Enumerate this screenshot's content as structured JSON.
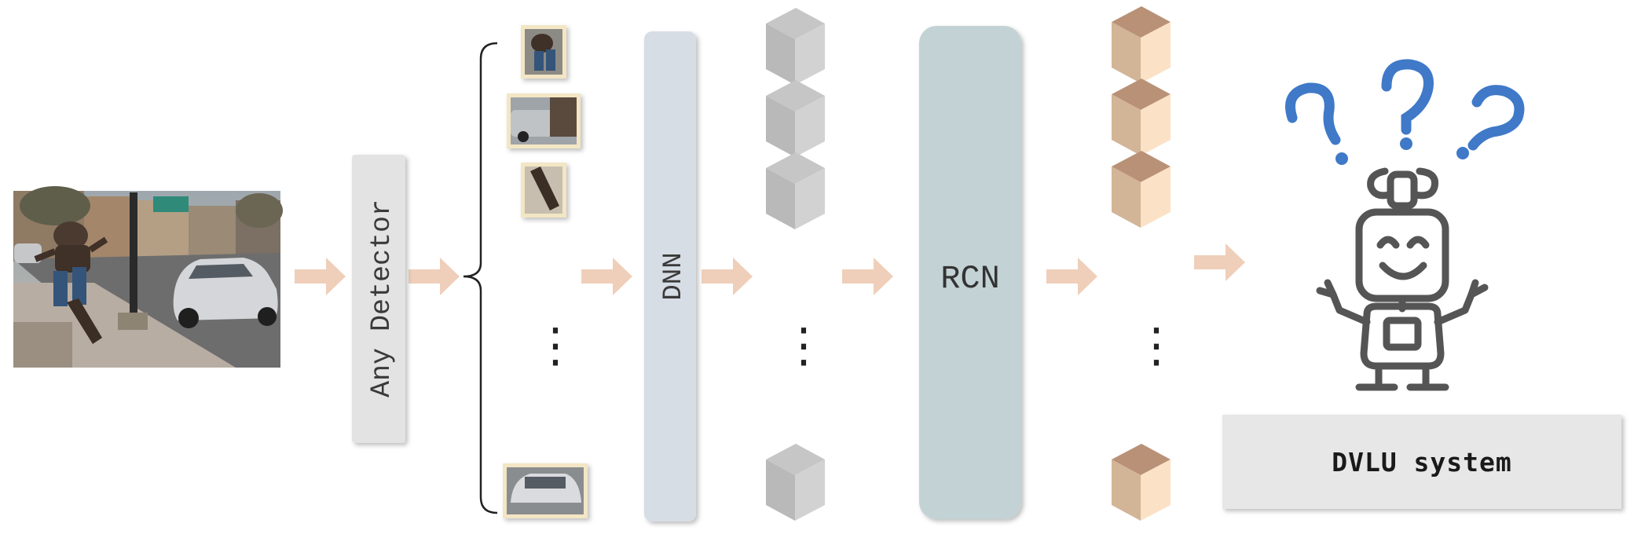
{
  "detector_label": "Any Detector",
  "dnn_label": "DNN",
  "rcn_label": "RCN",
  "system_label": "DVLU system",
  "ellipsis": "⋮",
  "icons": {
    "robot": "confused-robot-icon",
    "question": "question-mark-icon"
  },
  "colors": {
    "arrow": "#efcfba",
    "detector_box": "#e3e3e3",
    "dnn_box": "#d7dde5",
    "rcn_box": "#c3d2d5",
    "system_box": "#e7e7e7",
    "gray_cube_top": "#c6c6c6",
    "gray_cube_left": "#b9b9b9",
    "gray_cube_right": "#d2d2d2",
    "tan_cube_top": "#b89177",
    "tan_cube_left": "#d2b497",
    "tan_cube_right": "#fbe2c6",
    "question_mark": "#3f79c8",
    "robot_stroke": "#555555"
  }
}
